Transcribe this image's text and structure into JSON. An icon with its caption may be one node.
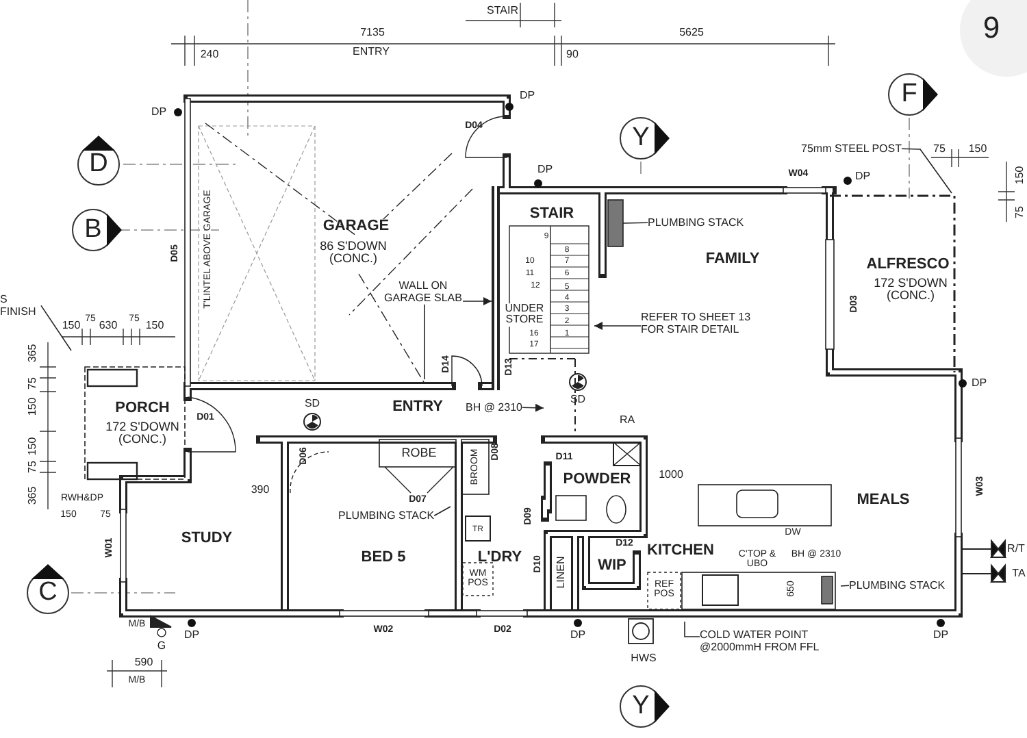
{
  "diagram": {
    "nodes": [
      {
        "text": [
          "D"
        ]
      },
      {
        "text": [
          "B"
        ]
      },
      {
        "text": [
          "Y"
        ]
      },
      {
        "text": [
          "F"
        ]
      },
      {
        "text": [
          "C"
        ]
      },
      {
        "text": [
          "Y"
        ]
      },
      {
        "text": [
          "S FINISH"
        ]
      },
      {
        "text": [
          "WALL ON GARAGE SLAB"
        ]
      },
      {
        "text": [
          "PLUMBING STACK"
        ]
      },
      {
        "text": [
          "75mm STEEL POST"
        ]
      },
      {
        "text": [
          "REFER TO SHEET 13 FOR STAIR DETAIL"
        ]
      },
      {
        "text": [
          "BH @ 2310"
        ]
      },
      {
        "text": [
          "PLUMBING STACK"
        ]
      },
      {
        "text": [
          "PLUMBING STACK"
        ]
      },
      {
        "text": [
          "COLD WATER POINT @2000mmH FROM FFL"
        ]
      },
      {
        "text": [],
        "shape": "bar"
      }
    ],
    "edges": [
      {
        "from": 6,
        "to": null,
        "arrow": "none"
      },
      {
        "from": 7,
        "to": null,
        "arrow": "none"
      },
      {
        "from": 7,
        "to": 15,
        "arrow": "to"
      },
      {
        "from": 8,
        "to": null,
        "arrow": "none"
      },
      {
        "from": 9,
        "to": null,
        "arrow": "none"
      },
      {
        "from": 10,
        "to": null,
        "arrow": "to"
      },
      {
        "from": 11,
        "to": null,
        "arrow": "to"
      },
      {
        "from": 12,
        "to": null,
        "arrow": "none"
      },
      {
        "from": 13,
        "to": null,
        "arrow": "none"
      },
      {
        "from": 14,
        "to": null,
        "arrow": "none"
      }
    ],
    "labels": [
      "STAIR",
      "7135",
      "5625",
      "9",
      "240",
      "ENTRY",
      "90",
      "DP",
      "DP",
      "D04",
      "75",
      "150",
      "DP",
      "W04",
      "DP",
      "150",
      "STAIR",
      "75",
      "GARAGE",
      "D05",
      "T'LINTEL ABOVE GARAGE",
      "86 S'DOWN (CONC.)",
      "FAMILY",
      "ALFRESCO",
      "172 S'DOWN (CONC.)",
      "D03",
      "9",
      "8",
      "10",
      "7",
      "11",
      "6",
      "12",
      "5",
      "4",
      "3",
      "UNDER STORE",
      "2",
      "16",
      "1",
      "17",
      "150",
      "75",
      "630",
      "75",
      "150",
      "365",
      "75",
      "150",
      "D14",
      "D13",
      "DP",
      "SD",
      "PORCH",
      "D01",
      "ENTRY",
      "SD",
      "RA",
      "172 S'DOWN (CONC.)",
      "150",
      "ROBE",
      "D11",
      "D06",
      "BROOM",
      "D08",
      "75",
      "1000",
      "POWDER",
      "W03",
      "390",
      "365",
      "RWH&DP",
      "D07",
      "MEALS",
      "150",
      "75",
      "D09",
      "TR",
      "DW",
      "STUDY",
      "W01",
      "D12",
      "R/T",
      "KITCHEN",
      "C'TOP & UBO",
      "BH @ 2310",
      "BED 5",
      "L'DRY",
      "D10",
      "LINEN",
      "WIP",
      "TA",
      "WM POS",
      "REF POS",
      "650",
      "M/B",
      "W02",
      "D02",
      "DP",
      "DP",
      "DP",
      "G",
      "HWS",
      "590",
      "M/B"
    ]
  }
}
